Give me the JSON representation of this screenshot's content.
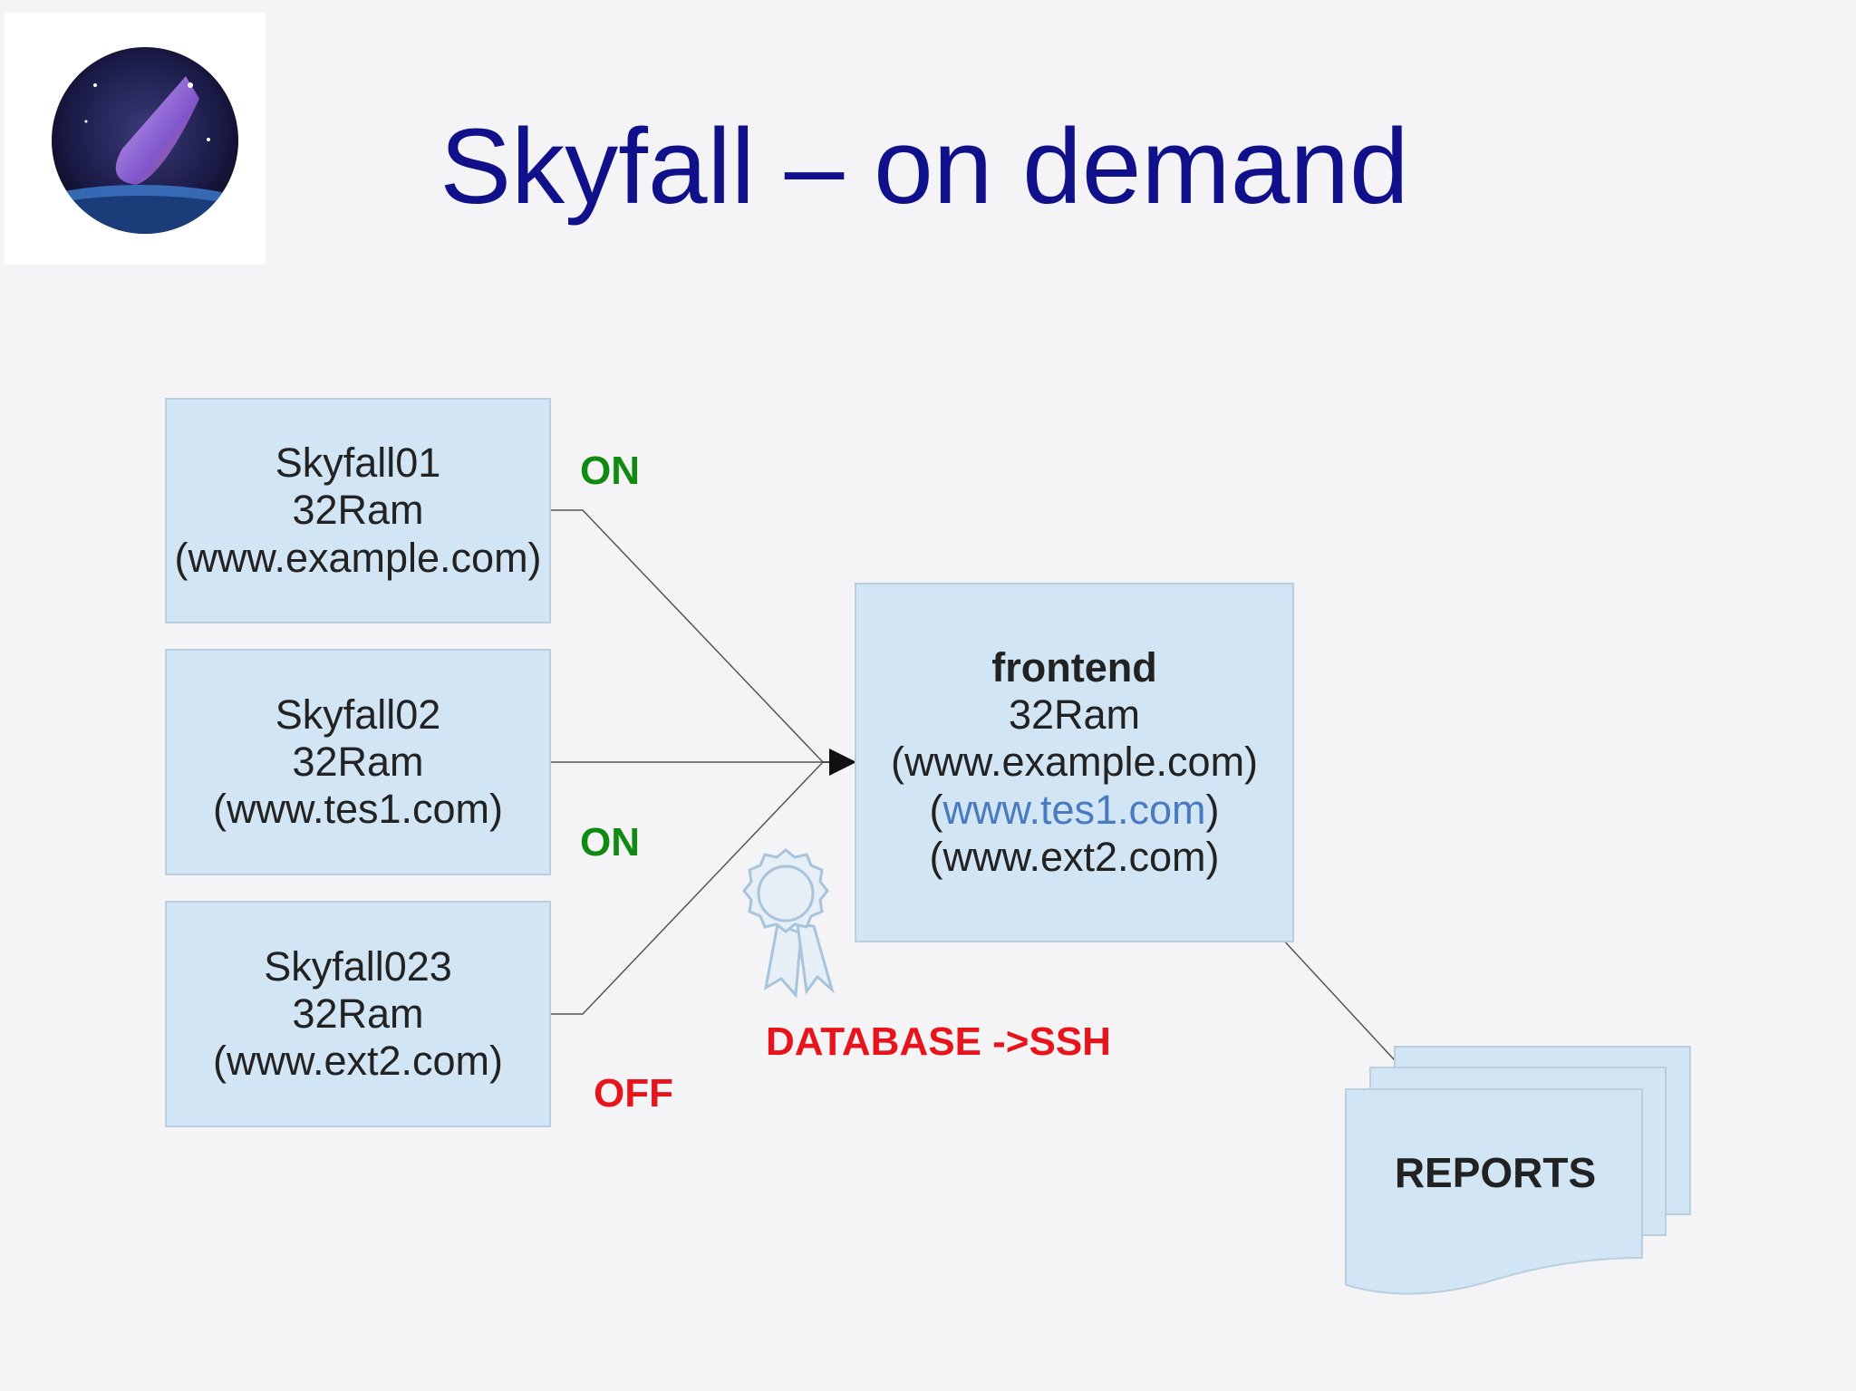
{
  "slide": {
    "title": "Skyfall – on demand"
  },
  "servers": [
    {
      "name": "Skyfall01",
      "ram": "32Ram",
      "site": "(www.example.com)",
      "status": "ON"
    },
    {
      "name": "Skyfall02",
      "ram": "32Ram",
      "site": "(www.tes1.com)",
      "status": "ON"
    },
    {
      "name": "Skyfall023",
      "ram": "32Ram",
      "site": "(www.ext2.com)",
      "status": "OFF"
    }
  ],
  "frontend": {
    "name": "frontend",
    "ram": "32Ram",
    "site1": "(www.example.com)",
    "site2_open": "(",
    "site2_link": "www.tes1.com",
    "site2_close": ")",
    "site3": "(www.ext2.com)"
  },
  "database_label": "DATABASE ->SSH",
  "reports_label": "REPORTS",
  "colors": {
    "title": "#10108a",
    "box_fill": "#d1e5f4",
    "status_on": "#108a10",
    "status_off": "#e8141c",
    "link": "#4a7ac0"
  },
  "icons": {
    "logo": "meteor-logo-icon",
    "certificate": "award-ribbon-icon",
    "reports": "document-stack-icon"
  }
}
